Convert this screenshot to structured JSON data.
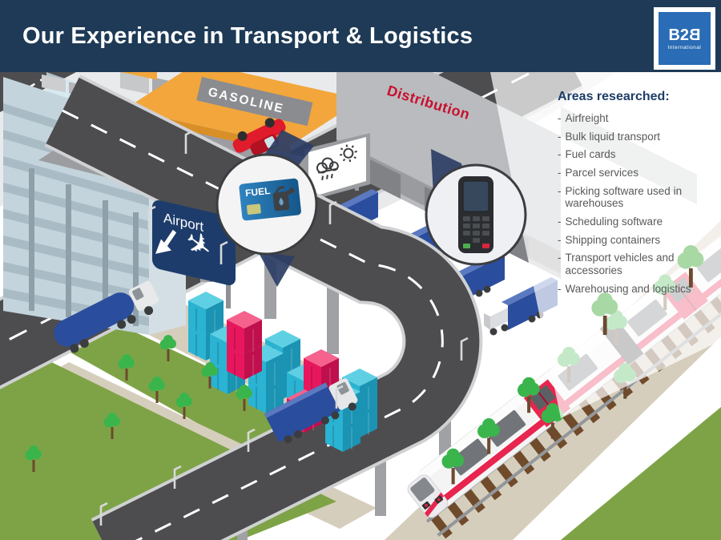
{
  "header": {
    "title": "Our Experience in Transport & Logistics",
    "logo": {
      "prefix": "B2",
      "mirrored": "B",
      "line2": "International"
    }
  },
  "areas": {
    "title": "Areas researched:",
    "bullet": "-",
    "items": [
      "Airfreight",
      "Bulk liquid transport",
      "Fuel cards",
      "Parcel services",
      "Picking software used in warehouses",
      "Scheduling software",
      "Shipping containers",
      "Transport vehicles and accessories",
      "Warehousing and logistics"
    ]
  },
  "scene": {
    "gasoline_sign": "GASOLINE",
    "distribution_sign": "Distribution",
    "airport_sign": "Airport",
    "fuel_card_label": "FUEL",
    "airplane_icon_glyph": "✈"
  },
  "colors": {
    "header_bg": "#1e3a56",
    "logo_blue": "#2a6cb5",
    "title_text": "#ffffff",
    "areas_title": "#1d3e67",
    "areas_text": "#58595b",
    "road": "#4d4d4f",
    "road_curb": "#d0d1d3",
    "canopy_orange": "#f2a63c",
    "sign_gray": "#8a8c8f",
    "distribution_red": "#c8102e",
    "truck_blue": "#2b4d9d",
    "container_cyan": "#2ab3d2",
    "container_pink": "#e8175d",
    "grass": "#7ea346",
    "tree_green": "#3ab54c",
    "tree_light": "#a8d8a4",
    "tan": "#d6cebc",
    "train_red": "#e8254f",
    "navy_beam": "#2c3e66",
    "glass_building": "#c3d4dc",
    "card_blue": "#2779b8"
  }
}
